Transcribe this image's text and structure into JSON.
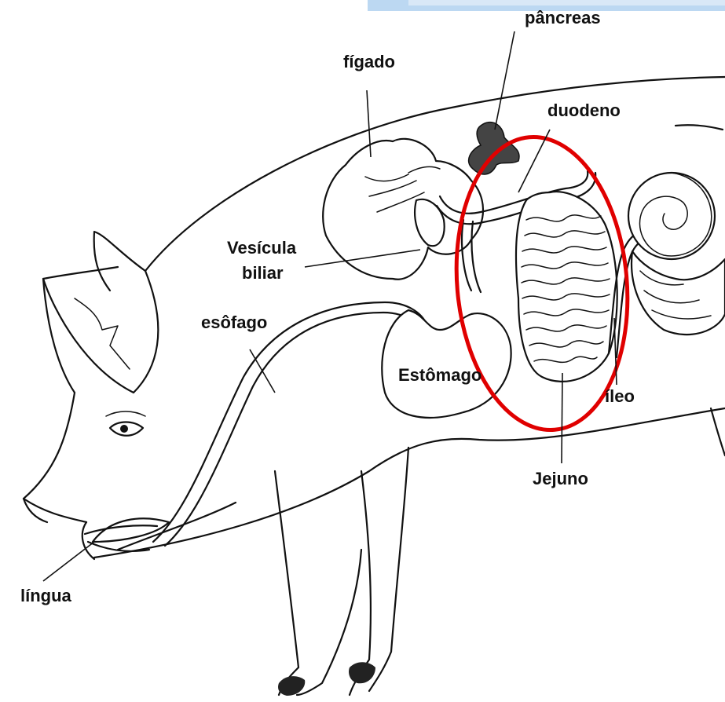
{
  "labels": {
    "pancreas": "pâncreas",
    "liver": "fígado",
    "duodenum": "duodeno",
    "gallbladder_line1": "Vesícula",
    "gallbladder_line2": "biliar",
    "esophagus": "esôfago",
    "stomach": "Estômago",
    "ileum": "íleo",
    "jejunum": "Jejuno",
    "tongue": "língua"
  },
  "colors": {
    "highlight_ellipse": "#e00000",
    "corner_accent": "#bcd8f2",
    "ink": "#111111",
    "background": "#ffffff"
  }
}
